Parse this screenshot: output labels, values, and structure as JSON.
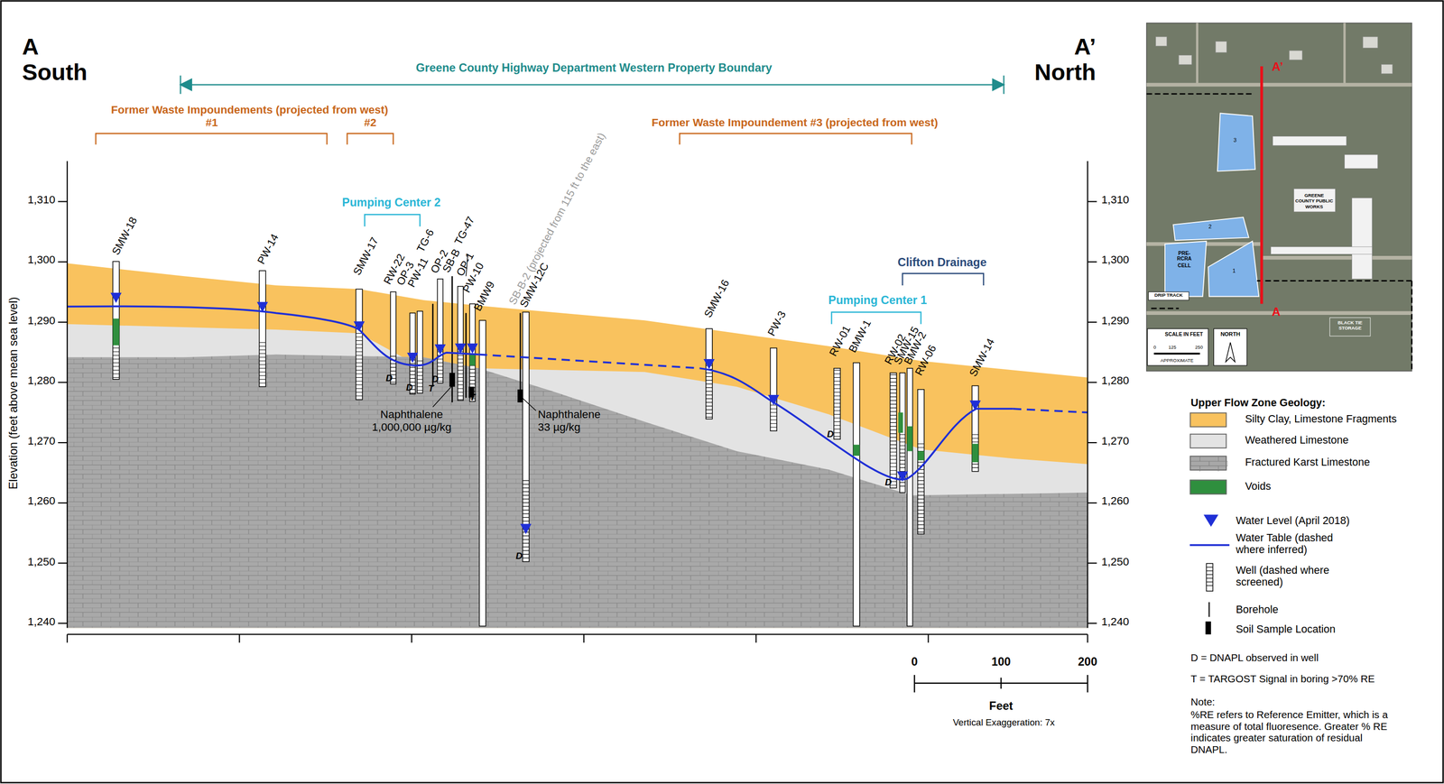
{
  "diagram": {
    "labels": [
      "A",
      "South",
      "A’",
      "North",
      "Greene County Highway Department Western Property Boundary",
      "Former Waste Impoundements (projected from west)",
      "#1",
      "#2",
      "Former Waste Impoundement #3 (projected from west)",
      "Pumping Center 2",
      "Clifton Drainage",
      "Pumping Center 1",
      "Elevation (feet above mean sea level)",
      "1,310",
      "1,300",
      "1,290",
      "1,280",
      "1,270",
      "1,260",
      "1,250",
      "1,240",
      "1,310",
      "1,300",
      "1,290",
      "1,280",
      "1,270",
      "1,260",
      "1,250",
      "1,240",
      "SMW-18",
      "PW-14",
      "SMW-17",
      "RW-22",
      "OP-3",
      "PW-11",
      "TG-6",
      "OP-2",
      "SB-B",
      "TG-47",
      "OP-1",
      "PW-10",
      "BMW9",
      "SB-B-2 (projected from 115 ft to the east)",
      "SMW-12C",
      "SMW-16",
      "PW-3",
      "RW-01",
      "BMW-1",
      "RW-02",
      "SMW-15",
      "BMW-2",
      "RW-06",
      "SMW-14",
      "D",
      "D",
      "T",
      "D",
      "T",
      "D",
      "D",
      "D",
      "Naphthalene 1,000,000 µg/kg",
      "Naphthalene 33 µg/kg",
      "0",
      "100",
      "200",
      "Feet",
      "Vertical Exaggeration: 7x",
      "Upper Flow Zone Geology:",
      "D = DNAPL observed in well",
      "T = TARGOST Signal in boring >70% RE",
      "Note:",
      "%RE refers to Reference Emitter, which is a measure of total fluoresence. Greater % RE indicates greater saturation of residual DNAPL.",
      "A’",
      "A",
      "3",
      "2",
      "1",
      "PRE-RCRA CELL",
      "GREENE COUNTY PUBLIC WORKS",
      "DRIP TRACK",
      "BLACK TIE STORAGE",
      "SCALE IN FEET",
      "0",
      "125",
      "250",
      "APPROXIMATE",
      "NORTH"
    ],
    "legend": [
      {
        "text": "Silty Clay, Limestone Fragments",
        "color": "#f9c25e"
      },
      {
        "text": "Weathered Limestone",
        "color": "#e3e3e3"
      },
      {
        "text": "Fractured Karst Limestone",
        "color": "#a8a8a8"
      },
      {
        "text": "Voids",
        "color": "#2f8f3e"
      },
      {
        "text": "Water Level (April 2018)"
      },
      {
        "text": "Water Table (dashed where inferred)"
      },
      {
        "text": "Well (dashed where screened)"
      },
      {
        "text": "Borehole"
      },
      {
        "text": "Soil Sample Location"
      }
    ]
  }
}
